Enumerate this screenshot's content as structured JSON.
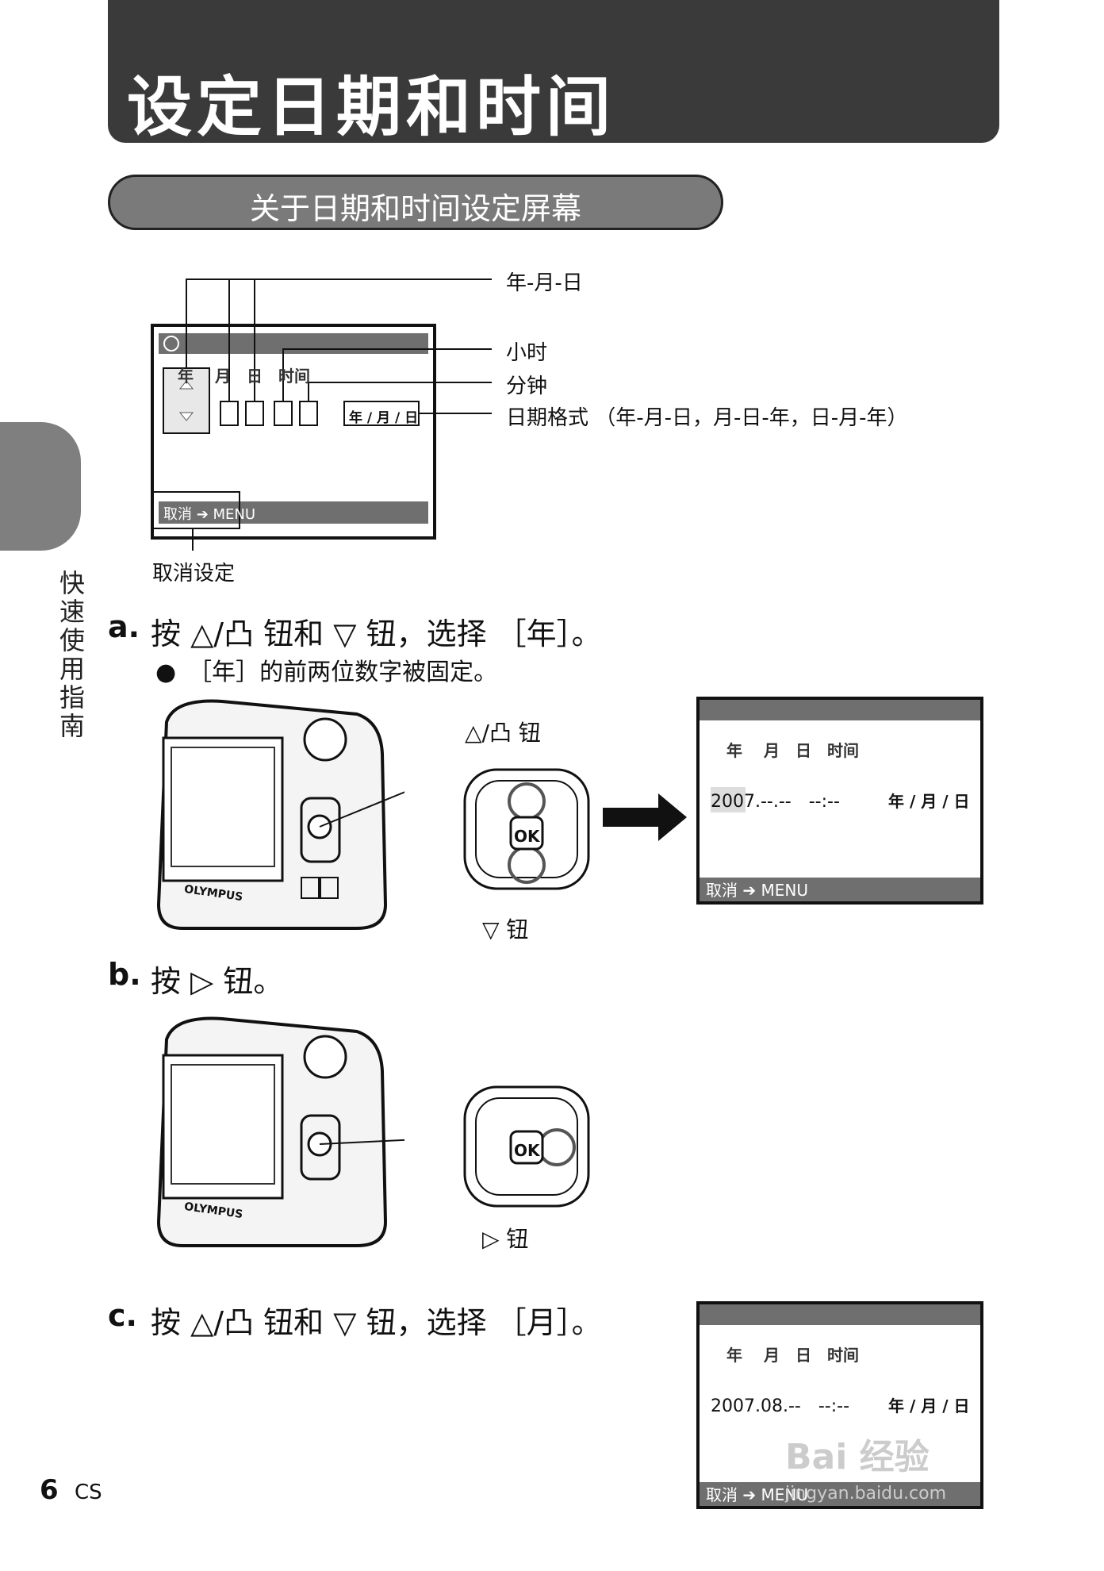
{
  "title": "设定日期和时间",
  "subheading": "关于日期和时间设定屏幕",
  "side_label": "快速使用指南",
  "diagram": {
    "label_ymd": "年-月-日",
    "label_hour": "小时",
    "label_minute": "分钟",
    "label_format": "日期格式 （年-月-日，月-日-年，日-月-年）",
    "label_cancel": "取消设定",
    "lcd_cols": "年　 月　日　时间",
    "lcd_format": "年 / 月 / 日",
    "lcd_cancel": "取消 ➔ MENU"
  },
  "step_a": {
    "marker": "a.",
    "text": "按 △/凸 钮和 ▽ 钮，选择 ［年］。",
    "bullet": "●　［年］的前两位数字被固定。",
    "up_button_label": "△/凸 钮",
    "down_button_label": "▽ 钮",
    "lcd_cols": "年　 月　日　时间",
    "lcd_value": "2007.--.--　--:--",
    "lcd_format": "年 / 月 / 日",
    "lcd_cancel": "取消 ➔ MENU"
  },
  "step_b": {
    "marker": "b.",
    "text": "按 ▷ 钮。",
    "right_button_label": "▷ 钮"
  },
  "step_c": {
    "marker": "c.",
    "text": "按 △/凸 钮和 ▽ 钮，选择 ［月］。",
    "lcd_cols": "年　 月　日　时间",
    "lcd_value": "2007.08.--　--:--",
    "lcd_format": "年 / 月 / 日",
    "lcd_cancel": "取消 ➔ MENU"
  },
  "camera_brand": "OLYMPUS",
  "ok_label": "OK",
  "page_number": "6",
  "page_lang": "CS",
  "watermark": "Bai 经验",
  "watermark_url": "jingyan.baidu.com"
}
